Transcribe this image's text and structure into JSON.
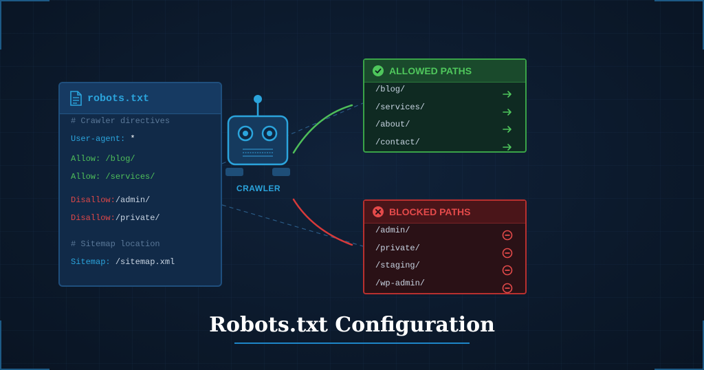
{
  "file": {
    "title": "robots.txt",
    "comment1": "# Crawler directives",
    "user_agent_key": "User-agent:",
    "user_agent_val": "*",
    "allow_key": "Allow:",
    "allow1": "/blog/",
    "allow2": "/services/",
    "disallow_key": "Disallow:",
    "disallow1": "/admin/",
    "disallow2": "/private/",
    "comment2": "# Sitemap location",
    "sitemap_key": "Sitemap:",
    "sitemap_val": "/sitemap.xml"
  },
  "crawler": {
    "label": "CRAWLER",
    "icon": "robot-icon"
  },
  "allowed": {
    "title": "ALLOWED PATHS",
    "icon": "check-circle-icon",
    "row_icon": "arrow-right-icon",
    "paths": [
      "/blog/",
      "/services/",
      "/about/",
      "/contact/"
    ]
  },
  "blocked": {
    "title": "BLOCKED PATHS",
    "icon": "x-circle-icon",
    "row_icon": "no-entry-icon",
    "paths": [
      "/admin/",
      "/private/",
      "/staging/",
      "/wp-admin/"
    ]
  },
  "heading": "Robots.txt Configuration",
  "colors": {
    "accent": "#2ba4dc",
    "allowed": "#4fc75c",
    "blocked": "#e44a4a",
    "background": "#0c1a2e"
  }
}
